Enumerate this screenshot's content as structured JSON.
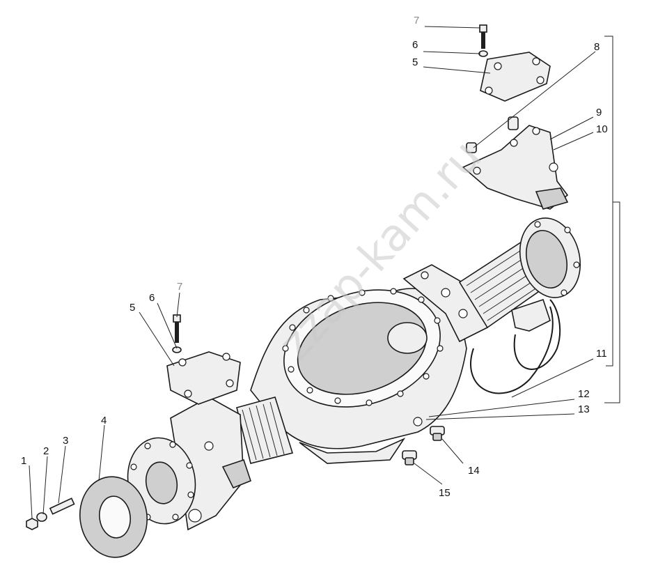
{
  "watermark": "zzap-kam.ru",
  "callouts": [
    {
      "id": "label-1",
      "text": "1"
    },
    {
      "id": "label-2",
      "text": "2"
    },
    {
      "id": "label-3",
      "text": "3"
    },
    {
      "id": "label-4",
      "text": "4"
    },
    {
      "id": "label-5a",
      "text": "5"
    },
    {
      "id": "label-6a",
      "text": "6"
    },
    {
      "id": "label-7a",
      "text": "7"
    },
    {
      "id": "label-5b",
      "text": "5"
    },
    {
      "id": "label-6b",
      "text": "6"
    },
    {
      "id": "label-7b",
      "text": "7"
    },
    {
      "id": "label-8",
      "text": "8"
    },
    {
      "id": "label-9",
      "text": "9"
    },
    {
      "id": "label-10",
      "text": "10"
    },
    {
      "id": "label-11",
      "text": "11"
    },
    {
      "id": "label-12",
      "text": "12"
    },
    {
      "id": "label-13",
      "text": "13"
    },
    {
      "id": "label-14",
      "text": "14"
    },
    {
      "id": "label-15",
      "text": "15"
    }
  ]
}
